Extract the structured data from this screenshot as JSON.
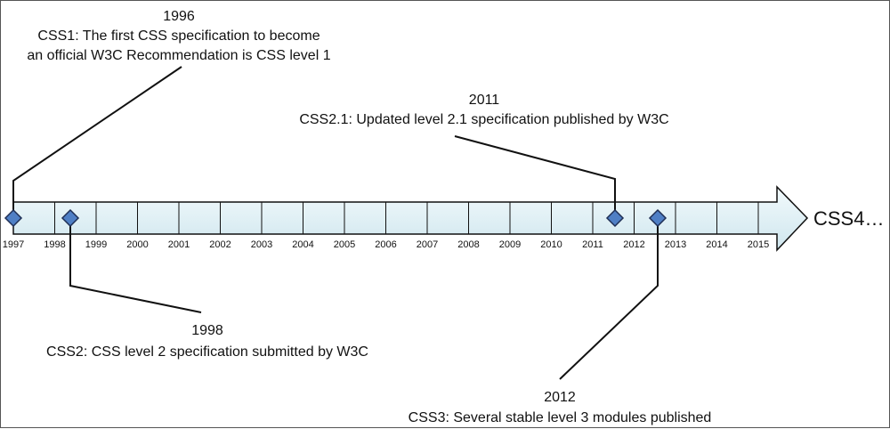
{
  "timeline": {
    "years": [
      "1997",
      "1998",
      "1999",
      "2000",
      "2001",
      "2002",
      "2003",
      "2004",
      "2005",
      "2006",
      "2007",
      "2008",
      "2009",
      "2010",
      "2011",
      "2012",
      "2013",
      "2014",
      "2015"
    ],
    "end_label": "CSS4…",
    "colors": {
      "arrow_fill_light": "#f2fafc",
      "arrow_fill_dark": "#cfe6ee",
      "arrow_stroke": "#111111",
      "marker_fill": "#4f7fc5",
      "marker_stroke": "#1f2f55"
    }
  },
  "events": [
    {
      "id": "css1",
      "year": "1996",
      "desc_lines": [
        "CSS1: The first CSS specification to become",
        "an official W3C Recommendation is CSS level 1"
      ]
    },
    {
      "id": "css2",
      "year": "1998",
      "desc_lines": [
        "CSS2: CSS level 2 specification submitted by W3C"
      ]
    },
    {
      "id": "css21",
      "year": "2011",
      "desc_lines": [
        "CSS2.1: Updated level 2.1 specification published by W3C"
      ]
    },
    {
      "id": "css3",
      "year": "2012",
      "desc_lines": [
        "CSS3: Several stable level 3 modules published"
      ]
    }
  ]
}
